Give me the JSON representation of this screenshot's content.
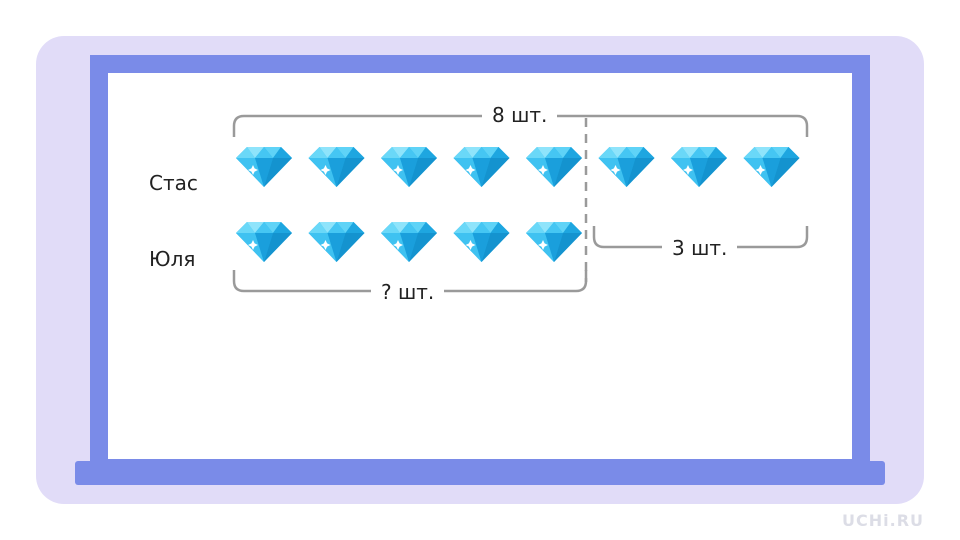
{
  "rows": {
    "stas_label": "Стас",
    "yulia_label": "Юля"
  },
  "diagram": {
    "total_label": "8 шт.",
    "difference_label": "3 шт.",
    "unknown_label": "? шт.",
    "stas_count": 8,
    "yulia_count": 5
  },
  "icons": {
    "item": "diamond-icon"
  },
  "colors": {
    "frame": "#7a8be8",
    "panel": "#e1dcf8",
    "diamond_light": "#5fd3f7",
    "diamond_mid": "#22b3ea",
    "diamond_dark": "#1493cf",
    "bracket": "#9a9a9a"
  },
  "branding": {
    "watermark": "UCHi.RU"
  }
}
